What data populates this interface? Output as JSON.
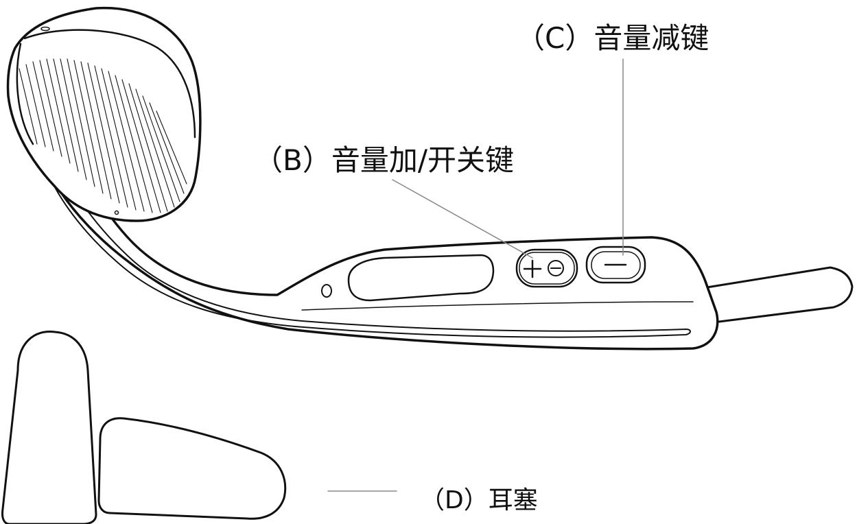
{
  "callouts": {
    "volume_down": "（C）音量减键",
    "volume_up_power": "（B）音量加/开关键",
    "earplugs": "（D）耳塞"
  },
  "button_symbols": {
    "plus": "+",
    "minus": "−"
  },
  "colors": {
    "outline": "#111111",
    "leader_line": "#888888",
    "background": "#ffffff"
  }
}
